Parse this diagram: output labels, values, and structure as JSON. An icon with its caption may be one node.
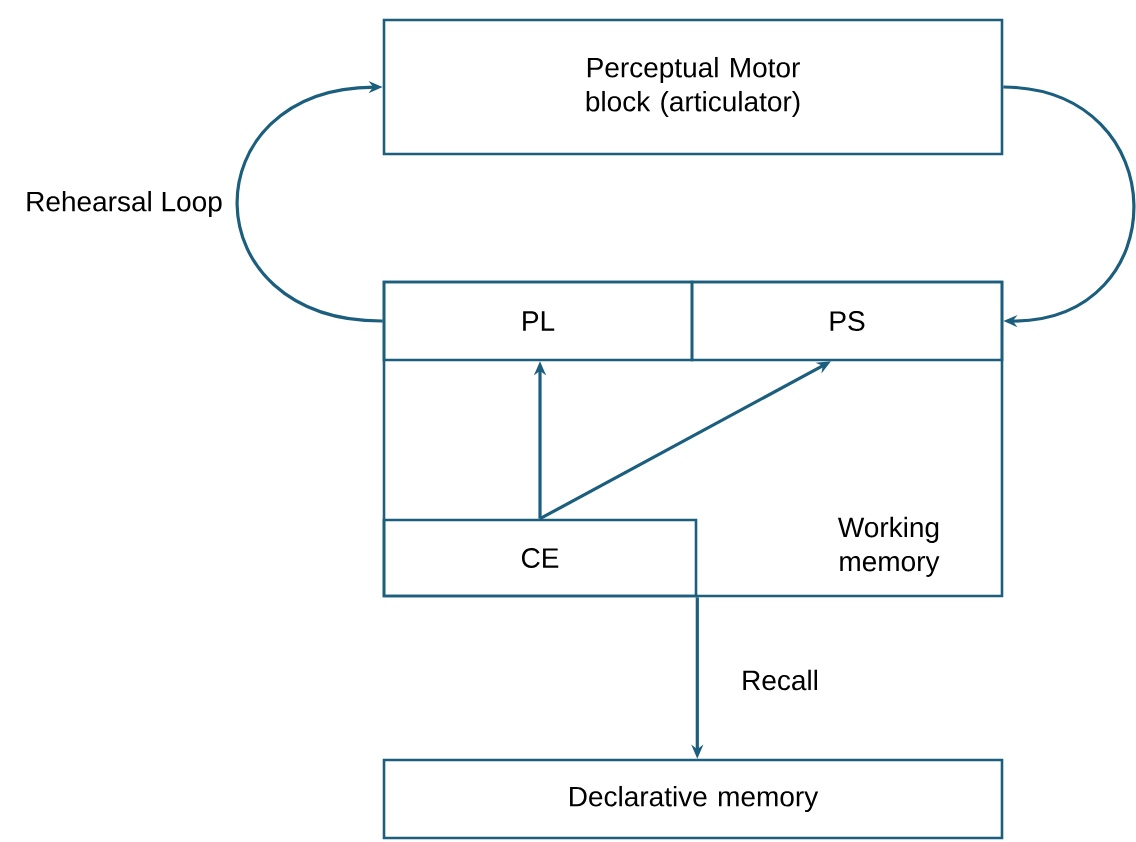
{
  "diagram": {
    "nodes": [
      {
        "text": [
          "Perceptual Motor block (articulator)"
        ]
      },
      {
        "text": [
          "Working memory"
        ]
      },
      {
        "text": [
          "PL"
        ],
        "in": 1
      },
      {
        "text": [
          "PS"
        ],
        "in": 1
      },
      {
        "text": [
          "CE"
        ],
        "in": 1
      },
      {
        "text": [
          "Declarative memory"
        ]
      }
    ],
    "edges": [
      {
        "from": 2,
        "to": 0,
        "arrow": "to",
        "label": "Rehearsal Loop"
      },
      {
        "from": 0,
        "to": 3,
        "arrow": "to"
      },
      {
        "from": 4,
        "to": 2,
        "arrow": "to"
      },
      {
        "from": 4,
        "to": 3,
        "arrow": "to"
      },
      {
        "from": 4,
        "to": 5,
        "arrow": "to",
        "label": "Recall"
      }
    ]
  }
}
